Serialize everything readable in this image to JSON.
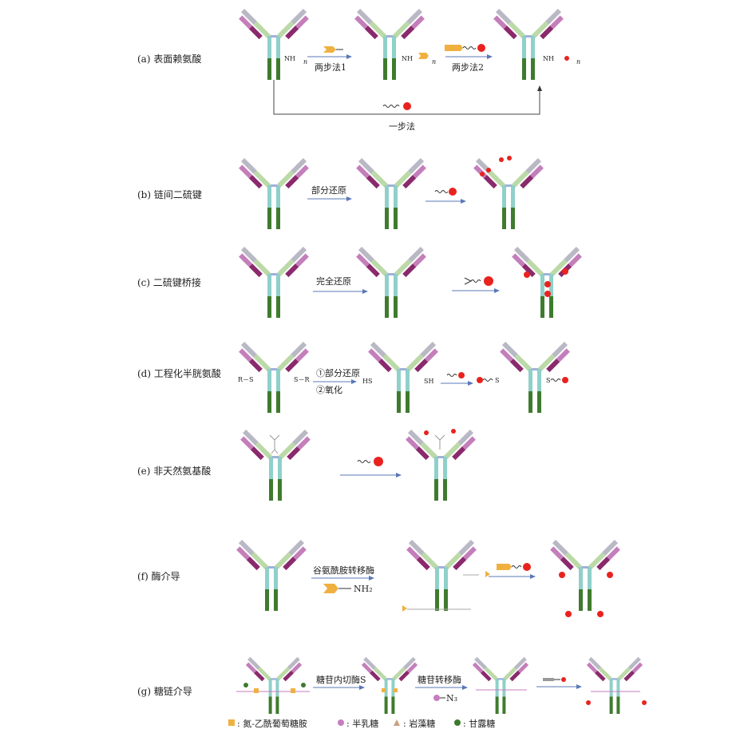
{
  "panels": [
    {
      "label": "(a) 表面赖氨酸",
      "steps": [
        "两步法1",
        "两步法2",
        "一步法"
      ],
      "chem": [
        "NH",
        "n",
        "NH",
        "n",
        "NH",
        "n"
      ]
    },
    {
      "label": "(b) 链间二硫键",
      "steps": [
        "部分还原"
      ]
    },
    {
      "label": "(c) 二硫键桥接",
      "steps": [
        "完全还原"
      ]
    },
    {
      "label": "(d) 工程化半胱氨酸",
      "steps": [
        "①部分还原",
        "②氧化"
      ],
      "chem": [
        "R－S",
        "S－R",
        "HS",
        "SH",
        "S",
        "S"
      ]
    },
    {
      "label": "(e) 非天然氨基酸",
      "steps": []
    },
    {
      "label": "(f) 酶介导",
      "steps": [
        "谷氨酰胺转移酶",
        "NH₂"
      ]
    },
    {
      "label": "(g) 糖链介导",
      "steps": [
        "糖苷内切酶S",
        "糖苷转移酶",
        "N₃"
      ]
    }
  ],
  "legend": [
    {
      "symbol": "square",
      "color": "#f0b040",
      "text": ": 氮-乙酰葡萄糖胺"
    },
    {
      "symbol": "circle",
      "color": "#c77cc0",
      "text": ": 半乳糖"
    },
    {
      "symbol": "triangle",
      "color": "#c9a080",
      "text": ": 岩藻糖"
    },
    {
      "symbol": "circle",
      "color": "#3d7a2c",
      "text": ": 甘露糖"
    }
  ],
  "colors": {
    "heavy_upper": "#b9b9c6",
    "heavy_lower": "#bcd9a8",
    "light_upper": "#c47fbb",
    "light_lower": "#8a2a6c",
    "stem_upper": "#8fd0ca",
    "stem_lower": "#3f7b2e",
    "payload": "#e8231f",
    "linker": "#f0b040",
    "arrow": "#5a78b8"
  }
}
